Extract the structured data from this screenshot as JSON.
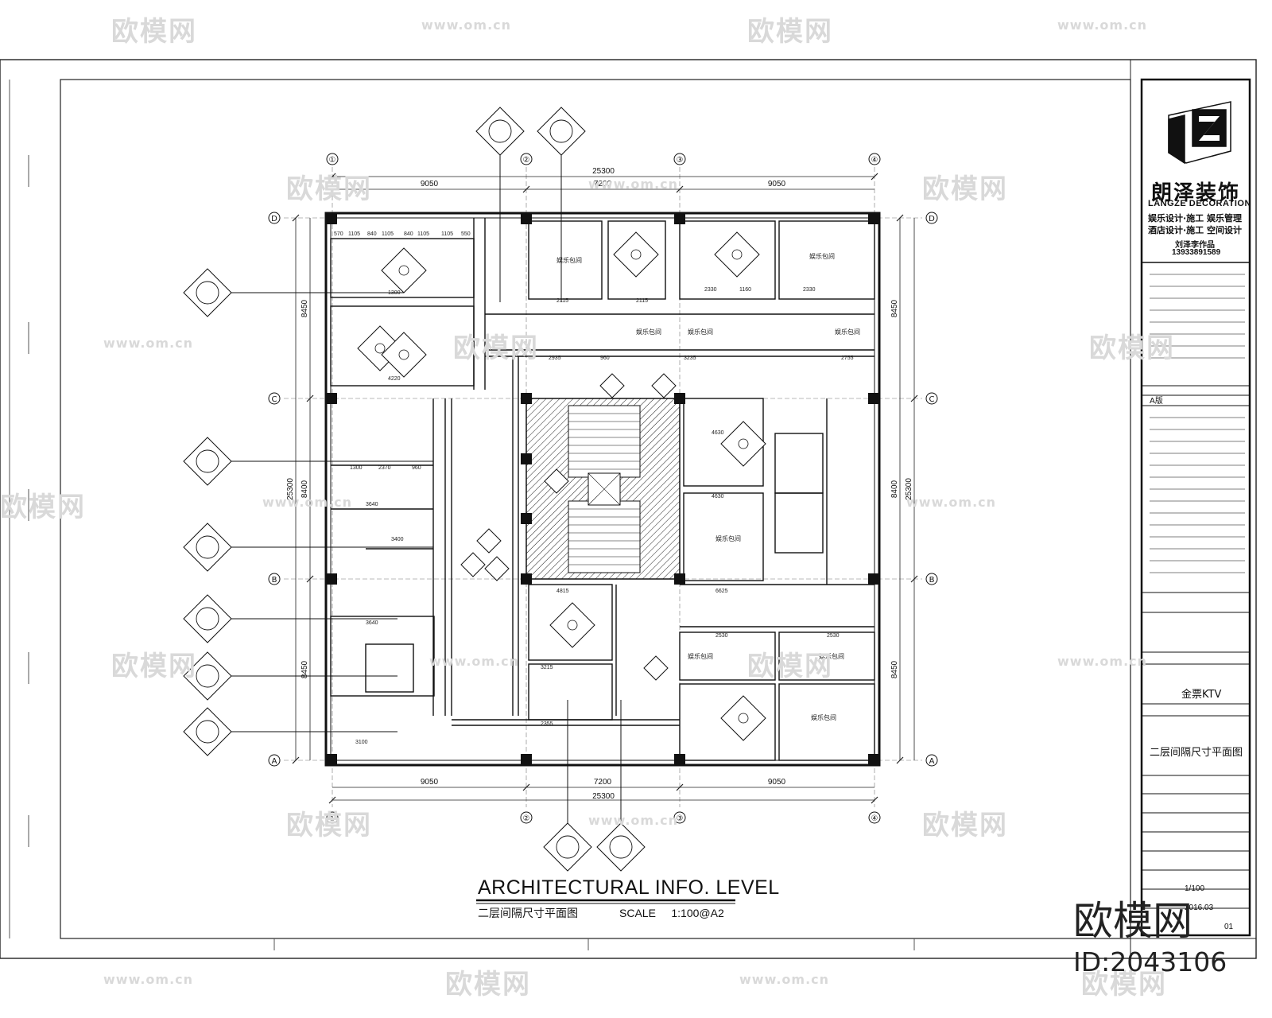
{
  "watermarks": {
    "brand": "欧模网",
    "url": "www.om.cn",
    "corner_brand": "欧模网",
    "corner_id": "ID:2043106"
  },
  "plan": {
    "overall_dimension": "25300",
    "bay_dimensions": [
      "9050",
      "7200",
      "9050"
    ],
    "side_dimensions": [
      "8450",
      "8400",
      "8450"
    ],
    "col_axes": [
      "①",
      "②",
      "③",
      "④"
    ],
    "row_axes": [
      "D",
      "C",
      "B",
      "A"
    ],
    "room_label": "娱乐包间"
  },
  "title_block_main": {
    "title": "ARCHITECTURAL INFO.  LEVEL",
    "subtitle": "二层间隔尺寸平面图",
    "scale_label": "SCALE",
    "scale_value": "1:100@A2"
  },
  "company": {
    "name_cn": "朗泽装饰",
    "name_en": "LANGZE DECORATION",
    "services_1": "娱乐设计·施工   娱乐管理",
    "services_2": "酒店设计·施工   空间设计",
    "designer": "刘泽李作品",
    "phone": "13933891589"
  },
  "title_block": {
    "version": "A版",
    "project": "金票KTV",
    "drawing_name": "二层间隔尺寸平面图",
    "scale": "1/100",
    "date": "2016.03",
    "sheet": "01"
  }
}
